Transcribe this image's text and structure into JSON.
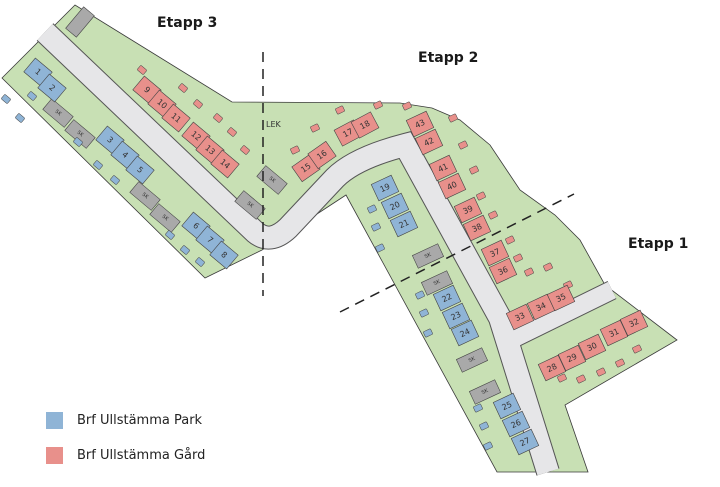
{
  "labels": {
    "etapp3": "Etapp 3",
    "etapp2": "Etapp 2",
    "etapp1": "Etapp 1",
    "lek": "LEK",
    "shed": "SK"
  },
  "legend": [
    {
      "label": "Brf Ullstämma Park",
      "color": "#8fb4d6"
    },
    {
      "label": "Brf Ullstämma Gård",
      "color": "#e8908b"
    }
  ],
  "colors": {
    "land": "#c8e0b4",
    "road": "#e6e6e8",
    "shed": "#a9a9a9",
    "park": "#8fb4d6",
    "gard": "#e8908b"
  },
  "houses": [
    {
      "number": "1",
      "assoc": "park"
    },
    {
      "number": "2",
      "assoc": "park"
    },
    {
      "number": "3",
      "assoc": "park"
    },
    {
      "number": "4",
      "assoc": "park"
    },
    {
      "number": "5",
      "assoc": "park"
    },
    {
      "number": "6",
      "assoc": "park"
    },
    {
      "number": "7",
      "assoc": "park"
    },
    {
      "number": "8",
      "assoc": "park"
    },
    {
      "number": "9",
      "assoc": "gard"
    },
    {
      "number": "10",
      "assoc": "gard"
    },
    {
      "number": "11",
      "assoc": "gard"
    },
    {
      "number": "12",
      "assoc": "gard"
    },
    {
      "number": "13",
      "assoc": "gard"
    },
    {
      "number": "14",
      "assoc": "gard"
    },
    {
      "number": "15",
      "assoc": "gard"
    },
    {
      "number": "16",
      "assoc": "gard"
    },
    {
      "number": "17",
      "assoc": "gard"
    },
    {
      "number": "18",
      "assoc": "gard"
    },
    {
      "number": "19",
      "assoc": "park"
    },
    {
      "number": "20",
      "assoc": "park"
    },
    {
      "number": "21",
      "assoc": "park"
    },
    {
      "number": "22",
      "assoc": "park"
    },
    {
      "number": "23",
      "assoc": "park"
    },
    {
      "number": "24",
      "assoc": "park"
    },
    {
      "number": "25",
      "assoc": "park"
    },
    {
      "number": "26",
      "assoc": "park"
    },
    {
      "number": "27",
      "assoc": "park"
    },
    {
      "number": "28",
      "assoc": "gard"
    },
    {
      "number": "29",
      "assoc": "gard"
    },
    {
      "number": "30",
      "assoc": "gard"
    },
    {
      "number": "31",
      "assoc": "gard"
    },
    {
      "number": "32",
      "assoc": "gard"
    },
    {
      "number": "33",
      "assoc": "gard"
    },
    {
      "number": "34",
      "assoc": "gard"
    },
    {
      "number": "35",
      "assoc": "gard"
    },
    {
      "number": "36",
      "assoc": "gard"
    },
    {
      "number": "37",
      "assoc": "gard"
    },
    {
      "number": "38",
      "assoc": "gard"
    },
    {
      "number": "39",
      "assoc": "gard"
    },
    {
      "number": "40",
      "assoc": "gard"
    },
    {
      "number": "41",
      "assoc": "gard"
    },
    {
      "number": "42",
      "assoc": "gard"
    },
    {
      "number": "43",
      "assoc": "gard"
    }
  ]
}
